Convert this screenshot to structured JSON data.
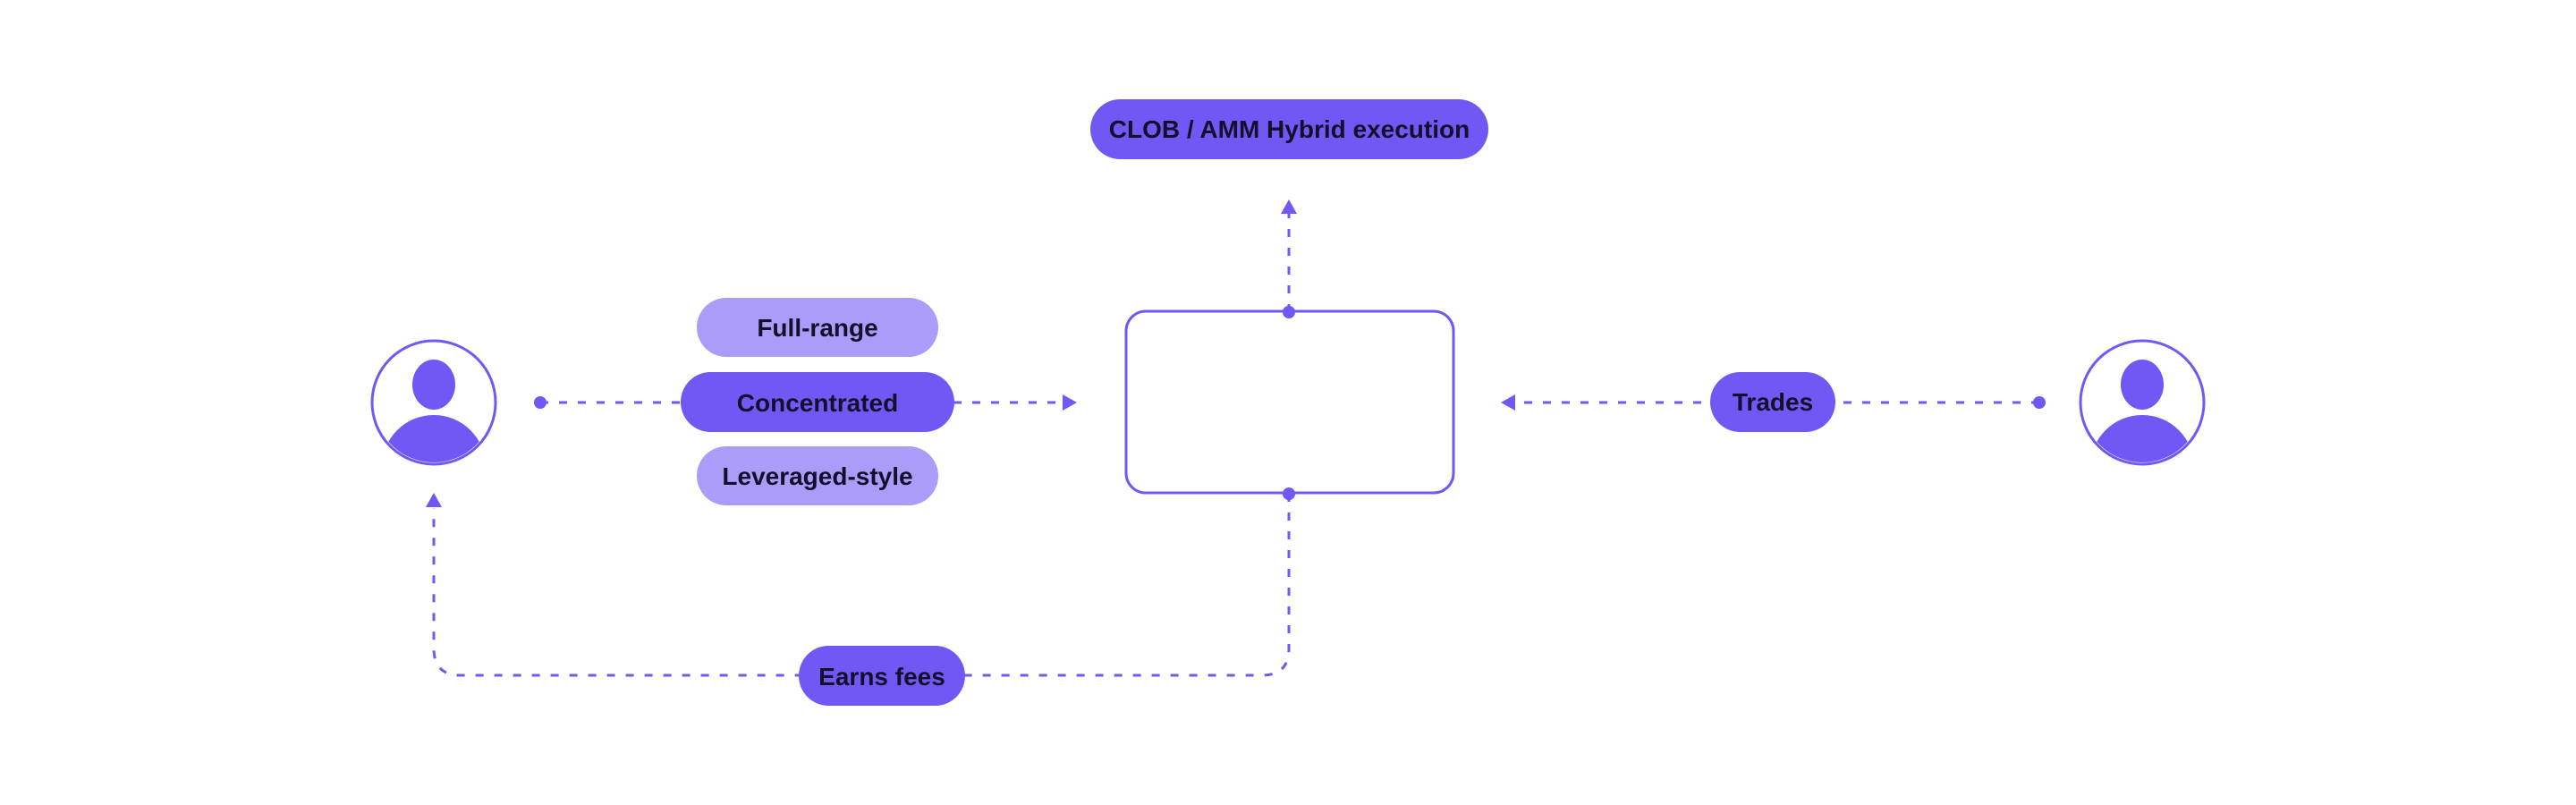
{
  "diagram": {
    "execution_label": "CLOB / AMM Hybrid execution",
    "liquidity_options": {
      "full_range": "Full-range",
      "concentrated": "Concentrated",
      "leveraged": "Leveraged-style"
    },
    "trades_label": "Trades",
    "fees_label": "Earns fees"
  },
  "icons": {
    "liquidity_provider": "user-icon",
    "trader": "user-icon"
  },
  "colors": {
    "primary": "#7158f5",
    "light": "#ab9cfa",
    "text": "#14102b",
    "background": "#ffffff"
  }
}
